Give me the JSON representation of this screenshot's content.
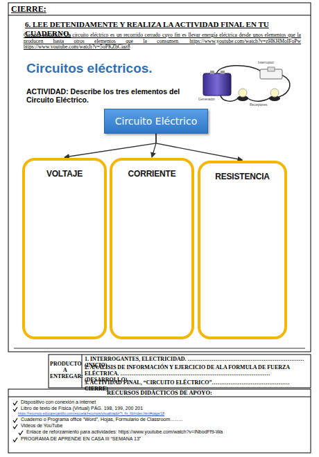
{
  "diagram": {
    "title": "Circuitos eléctricos.",
    "nodes": [
      {
        "text": [
          "Circuito Eléctrico"
        ]
      },
      {
        "text": [
          "VOLTAJE"
        ]
      },
      {
        "text": [
          "CORRIENTE"
        ]
      },
      {
        "text": [
          "RESISTENCIA"
        ]
      }
    ],
    "edges": [
      {
        "from": 0,
        "to": 1,
        "arrow": "to"
      },
      {
        "from": 0,
        "to": 2,
        "arrow": "to"
      },
      {
        "from": 0,
        "to": 3,
        "arrow": "to"
      }
    ],
    "labels": [
      "CIERRE:",
      "6.  LEE DETENIDAMENTE Y REALIZA LA ACTIVIDAD FINAL EN TU CUADERNO.",
      "Circuito eléctrico: Un circuito eléctrico es un recorrido cerrado cuyo fin es llevar energía eléctrica desde unos elementos que la producen hasta otros elementos que la consumen. https://www.youtube.com/watch?v=zHKHMoIFoPw https://www.youtube.com/watch?v=5oPKZbCiaz8",
      "ACTIVIDAD: Describe los tres elementos del Circuito Eléctrico.",
      "Interruptor",
      "Generador",
      "Receptores",
      "PRODUCTO A ENTREGAR:",
      "1.  INTERROGANTES, ELECTRICIDAD. ………………………………………………………(INICIO)",
      "2.  ANÁLISIS DE INFORMACIÓN Y EJERCICIO DE ALA FORMULA DE FUERZA ELÉCTRICA. ………………………………………………………………………(DESARROLLO)",
      "3.  ACTIVIDAD FINAL, “CIRCUITO ELÉCTRICO”……………………………………CIERRE)",
      "RECURSOS DIDÁCTICOS DE APOYO:",
      "Dispositivo con conexión a internet",
      "Libro de texto de Física (Virtual) PÁG. 198, 199, 200 201",
      "https://recursos.educarecastillo.com/escuela/recursos/visualizador?i_fis_lib/index.html#page/18",
      "Cuaderno o Programa office “Word”, Hojas, Formulario de Classroom……..",
      "Videos de YouTube",
      "Enlace de reforzamiento para actividades: https://www.youtube.com/watch?v=lNbodFf9-Wa",
      "PROGRAMA DE APRENDE EN CASA III  “SEMANA 13”"
    ]
  }
}
